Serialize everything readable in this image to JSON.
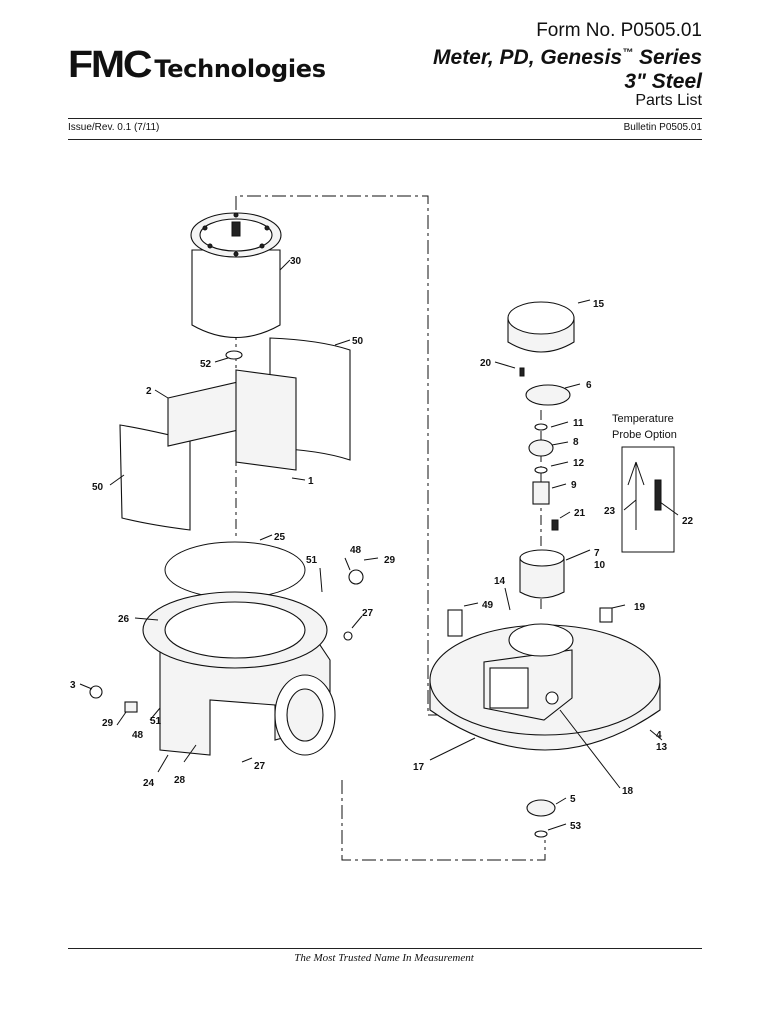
{
  "header": {
    "logo_mark": "FMC",
    "logo_text": "Technologies",
    "form_no": "Form No. P0505.01",
    "title_line1": "Meter, PD, Genesis",
    "title_tm": "™",
    "title_line1_suffix": " Series",
    "title_line2": "3\" Steel",
    "title_line3": "Parts List",
    "issue_rev": "Issue/Rev. 0.1 (7/11)",
    "bulletin": "Bulletin P0505.01"
  },
  "drawing": {
    "note_line1": "Temperature",
    "note_line2": "Probe Option",
    "callouts": [
      "30",
      "52",
      "50",
      "2",
      "50",
      "1",
      "25",
      "51",
      "48",
      "29",
      "26",
      "27",
      "3",
      "29",
      "48",
      "51",
      "24",
      "28",
      "27",
      "15",
      "20",
      "6",
      "11",
      "8",
      "12",
      "9",
      "21",
      "7",
      "10",
      "14",
      "49",
      "19",
      "23",
      "22",
      "4",
      "13",
      "17",
      "18",
      "5",
      "53"
    ]
  },
  "footer": {
    "tagline": "The Most Trusted Name In Measurement"
  }
}
